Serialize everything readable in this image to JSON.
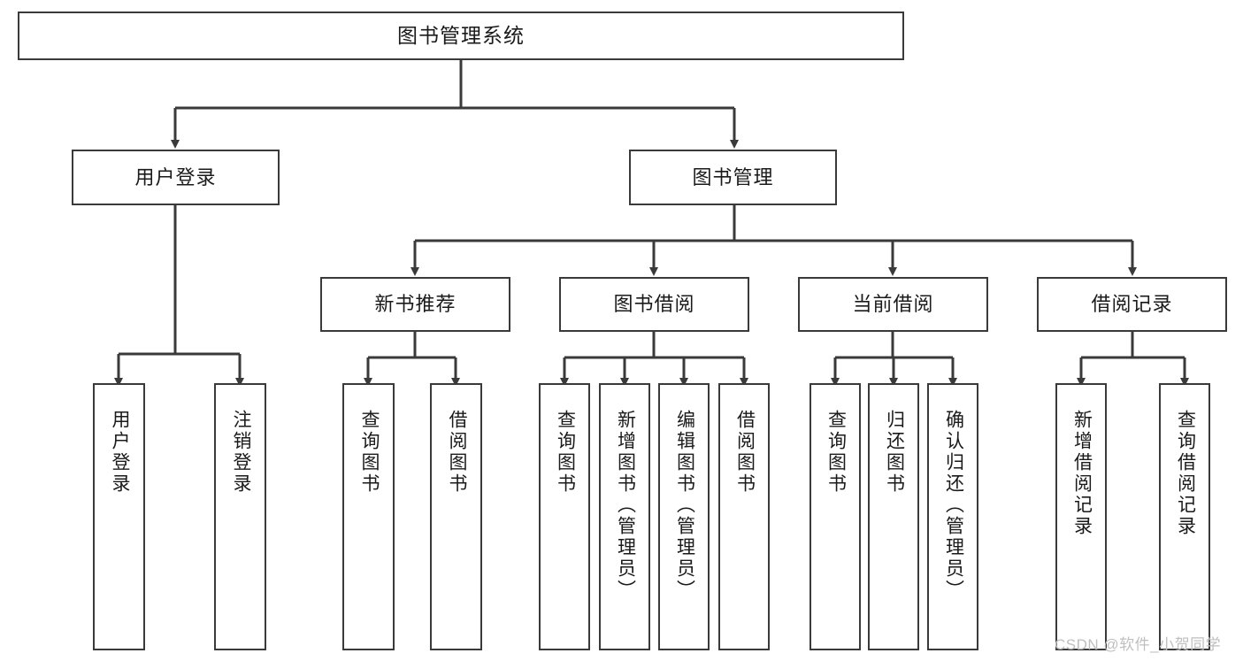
{
  "diagram": {
    "title": "图书管理系统",
    "watermark": "CSDN @软件_小贺同学",
    "line_color": "#3a3a3a",
    "box_fill": "#ffffff",
    "text_color": "#1a1a1a",
    "watermark_color": "#bfbfbf"
  },
  "nodes": {
    "root": {
      "label": "图书管理系统"
    },
    "level2": [
      {
        "label": "用户登录"
      },
      {
        "label": "图书管理"
      }
    ],
    "level3": [
      {
        "label": "新书推荐"
      },
      {
        "label": "图书借阅"
      },
      {
        "label": "当前借阅"
      },
      {
        "label": "借阅记录"
      }
    ],
    "leaves_login": [
      {
        "label": "用户登录"
      },
      {
        "label": "注销登录"
      }
    ],
    "leaves_newbook": [
      {
        "label": "查询图书"
      },
      {
        "label": "借阅图书"
      }
    ],
    "leaves_borrow": [
      {
        "label": "查询图书"
      },
      {
        "label": "新增图书（管理员）"
      },
      {
        "label": "编辑图书（管理员）"
      },
      {
        "label": "借阅图书"
      }
    ],
    "leaves_current": [
      {
        "label": "查询图书"
      },
      {
        "label": "归还图书"
      },
      {
        "label": "确认归还（管理员）"
      }
    ],
    "leaves_record": [
      {
        "label": "新增借阅记录"
      },
      {
        "label": "查询借阅记录"
      }
    ]
  }
}
